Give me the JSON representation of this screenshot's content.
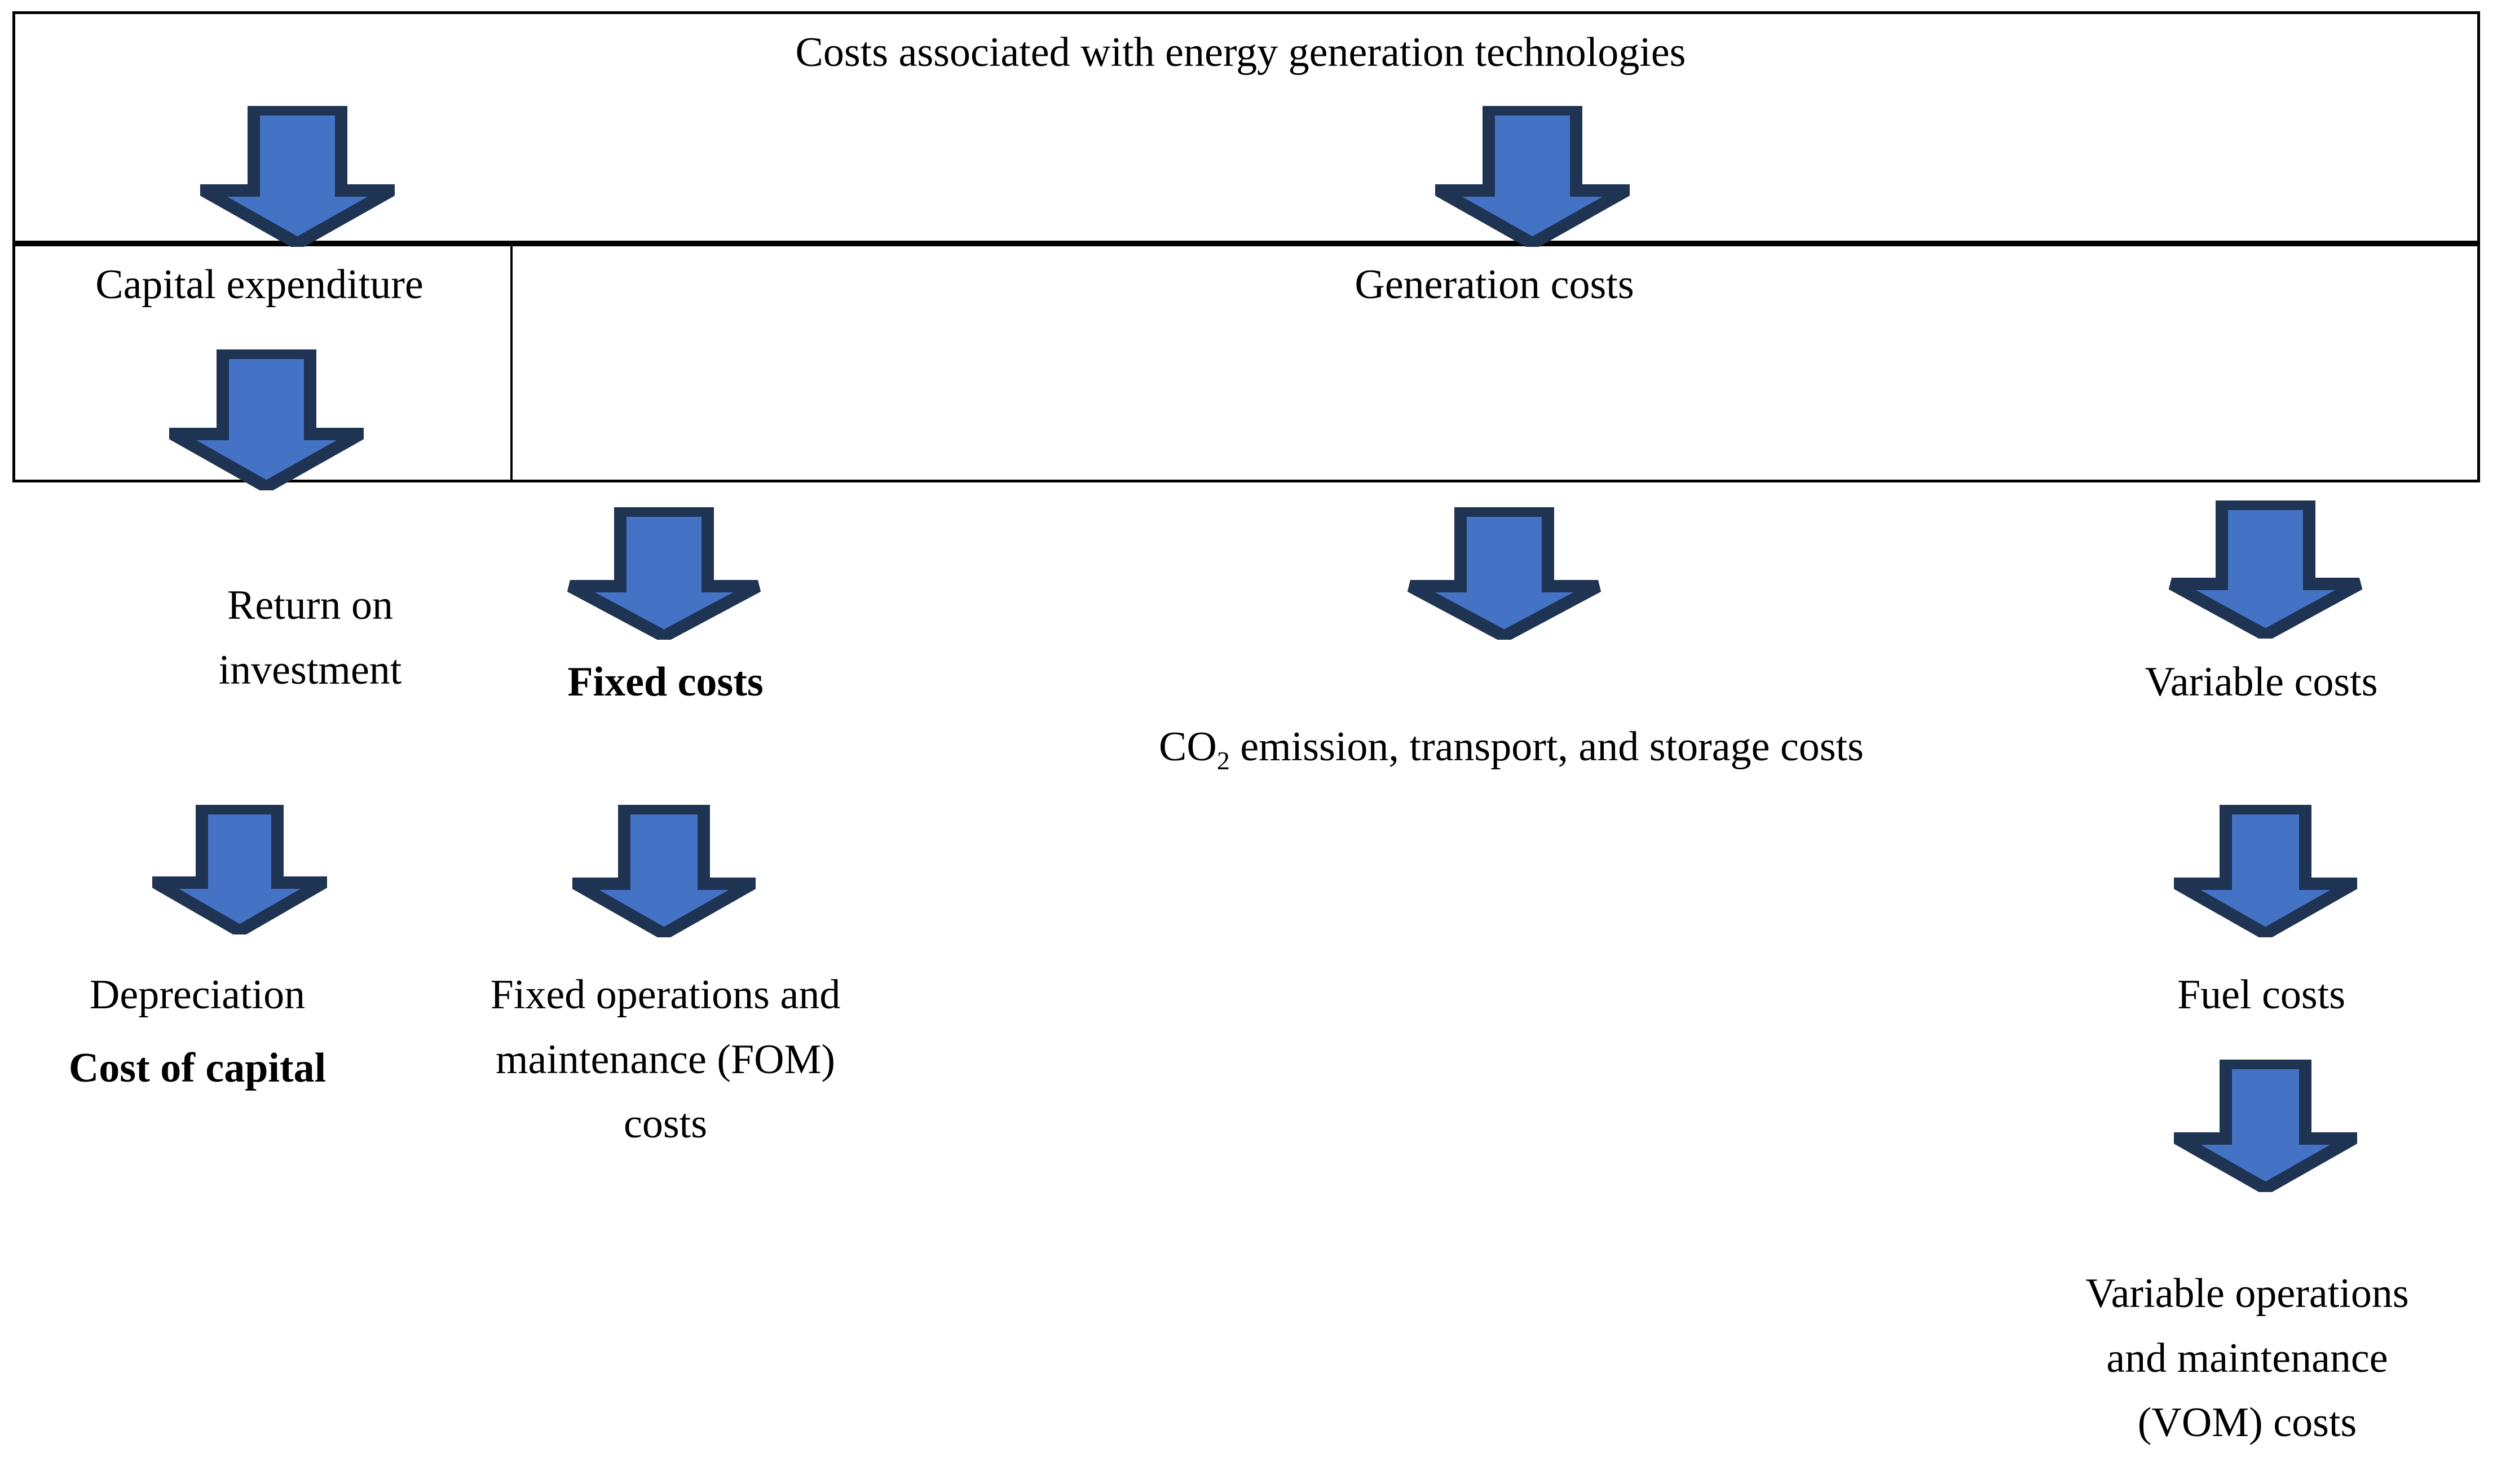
{
  "diagram": {
    "title": "Costs associated with energy generation technologies",
    "colors": {
      "arrow_fill": "#4472C4",
      "arrow_stroke": "#1F3353",
      "border": "#000000",
      "background": "#FFFFFF",
      "text": "#000000"
    },
    "level1": {
      "label": "Costs associated with energy generation technologies"
    },
    "level2": [
      {
        "label": "Capital expenditure"
      },
      {
        "label": "Generation costs"
      }
    ],
    "level3": [
      {
        "label": "Return on\ninvestment",
        "bold": false
      },
      {
        "label": "Fixed costs",
        "bold": true
      },
      {
        "label": "CO2 emission, transport, and storage costs",
        "bold": false
      },
      {
        "label": "Variable costs",
        "bold": false
      }
    ],
    "level4": [
      {
        "label": "Depreciation",
        "bold": false
      },
      {
        "label": "Cost of capital",
        "bold": true
      },
      {
        "label": "Fixed operations and\nmaintenance (FOM)\ncosts",
        "bold": false
      },
      {
        "label": "Fuel costs",
        "bold": false
      }
    ],
    "level5": [
      {
        "label": "Variable operations\nand maintenance\n(VOM) costs",
        "bold": false
      }
    ],
    "co2": {
      "prefix": "CO",
      "subscript": "2",
      "suffix": " emission, transport, and storage costs"
    },
    "arrows": [
      {
        "name": "arrow-title-to-capex"
      },
      {
        "name": "arrow-title-to-generation"
      },
      {
        "name": "arrow-capex-to-roi"
      },
      {
        "name": "arrow-generation-to-fixed-costs"
      },
      {
        "name": "arrow-generation-to-co2-costs"
      },
      {
        "name": "arrow-generation-to-variable-costs"
      },
      {
        "name": "arrow-roi-to-depreciation"
      },
      {
        "name": "arrow-fixed-costs-to-fom"
      },
      {
        "name": "arrow-variable-costs-to-fuel"
      },
      {
        "name": "arrow-fuel-to-vom"
      }
    ]
  }
}
